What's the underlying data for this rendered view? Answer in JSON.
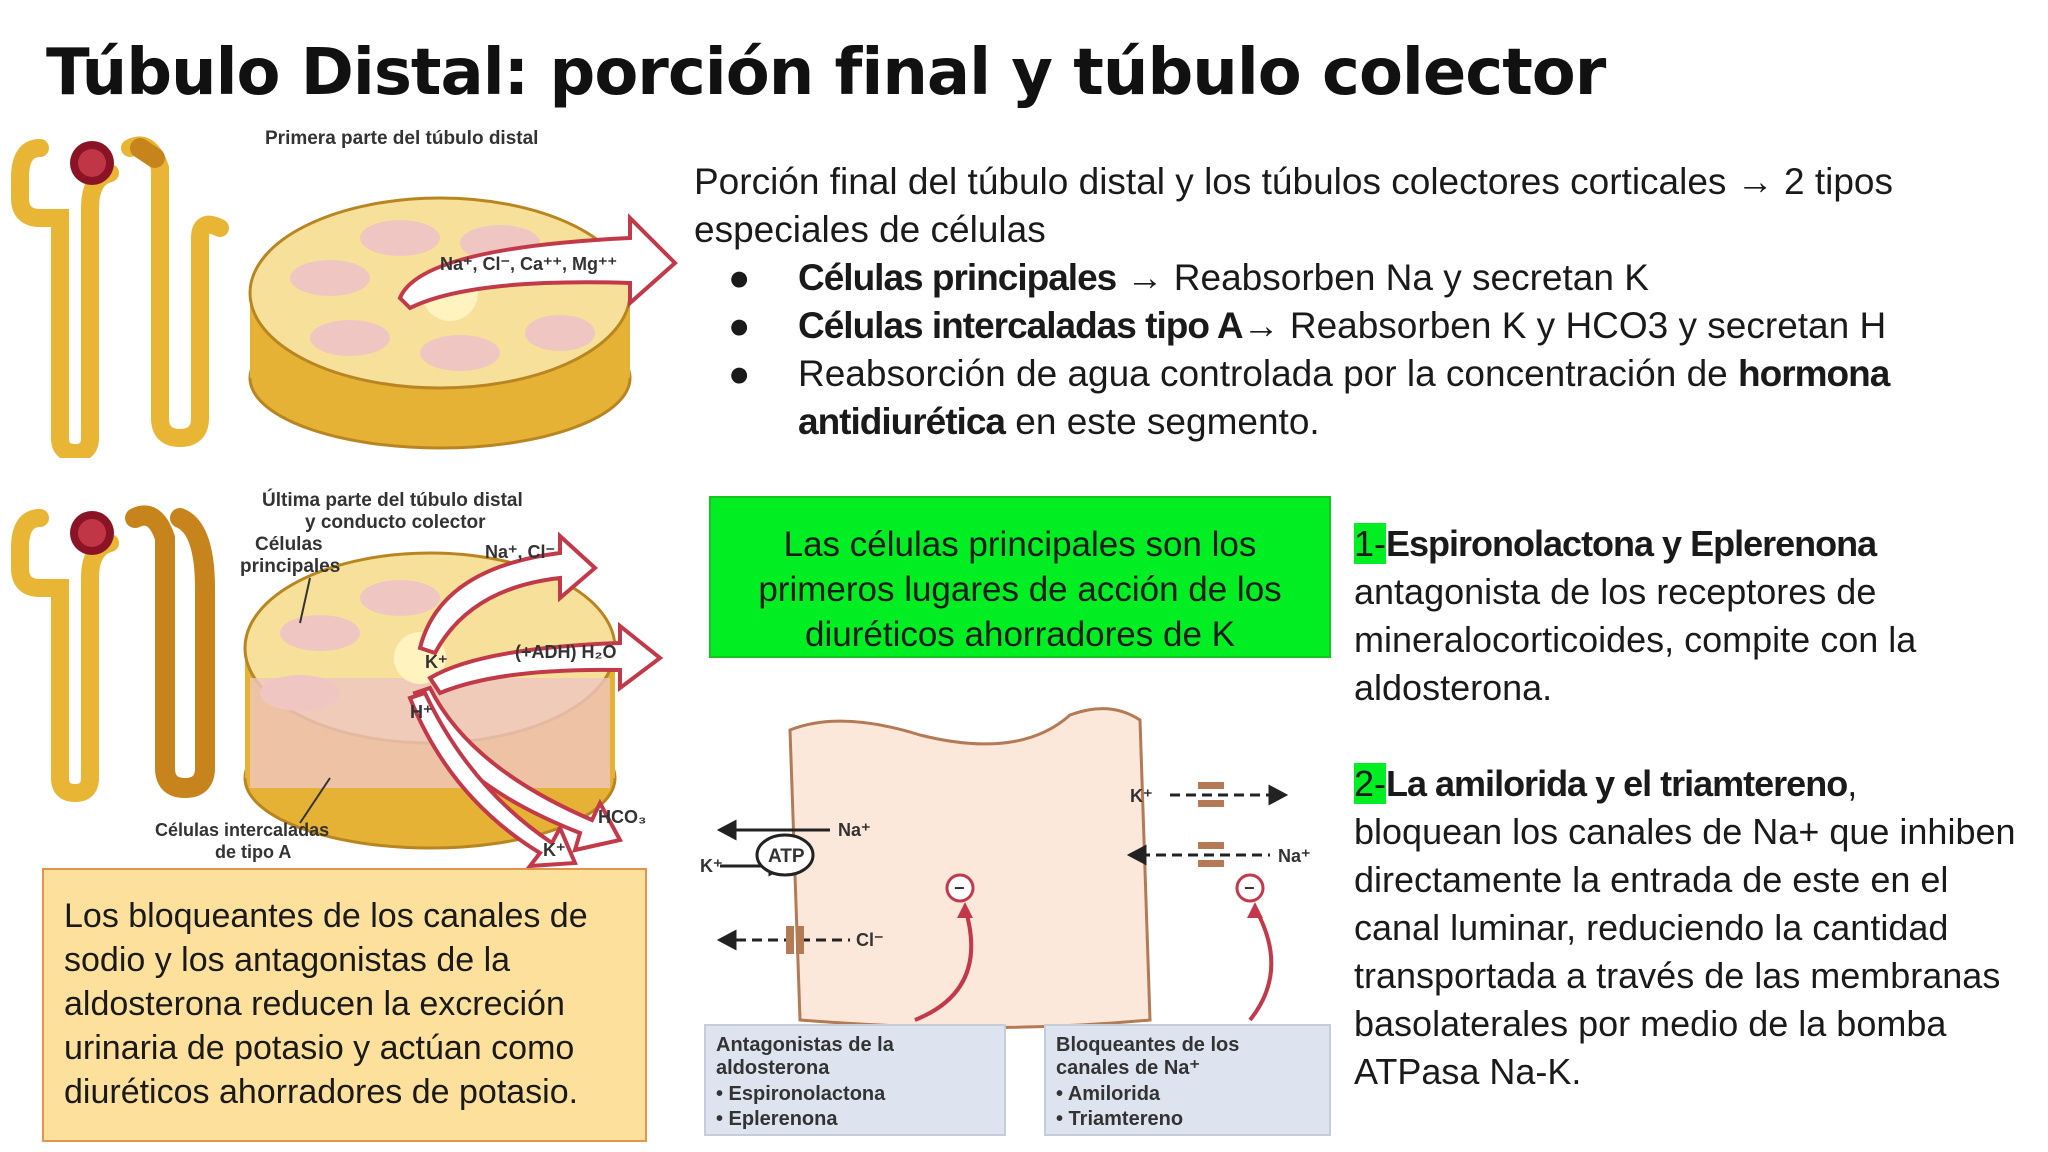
{
  "title": "Túbulo Distal: porción final y túbulo colector",
  "intro": "Porción final del túbulo distal y los túbulos colectores corticales → 2 tipos especiales de células",
  "bullets": [
    {
      "marker": "●",
      "bold": "Células principales",
      "text": " → Reabsorben Na y secretan K"
    },
    {
      "marker": "●",
      "bold": "Células intercaladas tipo A",
      "text": "→ Reabsorben K y HCO3 y secretan H"
    },
    {
      "marker": "●",
      "text": "Reabsorción de agua controlada por la concentración de ",
      "bold": "hormona antidiurética",
      "text_after": " en este segmento."
    }
  ],
  "green_box": "Las células principales son los primeros lugares de acción de los diuréticos ahorradores de K",
  "orange_box": "Los bloqueantes de los canales de sodio y los antagonistas de la aldosterona reducen la excreción urinaria de potasio y actúan como diuréticos ahorradores de potasio.",
  "drugs": [
    {
      "number": "1-",
      "bold": "Espironolactona y Eplerenona",
      "text": "antagonista de los receptores de mineralocorticoides, compite con la aldosterona."
    },
    {
      "number": "2-",
      "bold": "La amilorida y el triamtereno",
      "text_lead": ",",
      "text": "bloquean los canales de Na+ que inhiben directamente la entrada de este en el canal luminar, reduciendo la cantidad transportada a través de las membranas basolaterales por medio de la bomba ATPasa Na-K."
    }
  ],
  "figure_top": {
    "label": "Primera parte del túbulo distal",
    "ions": "Na⁺, Cl⁻, Ca⁺⁺, Mg⁺⁺"
  },
  "figure_bottom": {
    "label_1": "Última parte del túbulo distal",
    "label_2": "y conducto colector",
    "cells_principal_1": "Células",
    "cells_principal_2": "principales",
    "cells_intercalated_1": "Células intercaladas",
    "cells_intercalated_2": "de tipo A",
    "ion_nacl": "Na⁺, Cl⁻",
    "ion_k_in": "K⁺",
    "ion_adh": "(+ADH) H₂O",
    "ion_h": "H⁺",
    "ion_hco3": "HCO₃",
    "ion_k_out": "K⁺"
  },
  "cell_diagram": {
    "atp": "ATP",
    "na_left": "Na⁺",
    "k_left": "K⁺",
    "cl_left": "Cl⁻",
    "k_right": "K⁺",
    "na_right": "Na⁺",
    "minus": "−",
    "box_left_title_1": "Antagonistas de la",
    "box_left_title_2": "aldosterona",
    "box_left_items": [
      "• Espironolactona",
      "• Eplerenona"
    ],
    "box_right_title_1": "Bloqueantes de los",
    "box_right_title_2": "canales de Na⁺",
    "box_right_items": [
      "• Amilorida",
      "• Triamtereno"
    ]
  },
  "colors": {
    "green_highlight": "#00ee22",
    "orange_box": "#fde09b",
    "orange_border": "#e2954a",
    "tubule_yellow": "#f4cc4a",
    "cell_pink": "#f2d2cc",
    "arrow_red": "#c23a4a"
  }
}
